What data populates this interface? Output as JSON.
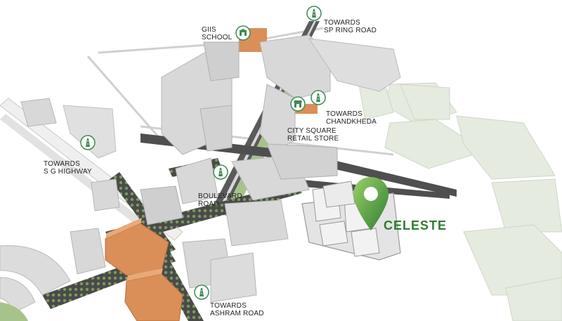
{
  "labels": {
    "giis_school": "GIIS\nSCHOOL",
    "sp_ring_road": "TOWARDS\nSP RING ROAD",
    "chandkheda": "TOWARDS\nCHANDKHEDA",
    "city_square": "CITY SQUARE\nRETAIL STORE",
    "sg_highway": "TOWARDS\nS G HIGHWAY",
    "boulevard_road": "BOULEVARD\nROAD",
    "ashram_road": "TOWARDS\nASHRAM ROAD"
  },
  "project": {
    "name": "CELESTE"
  },
  "icons": {
    "school": "school-icon",
    "road": "road-icon",
    "store": "store-icon",
    "location": "location-pin-icon"
  },
  "colors": {
    "brand_green": "#2f7d32",
    "icon_green": "#3f8a55",
    "building": "#d8d8d8",
    "building_shadow": "#b5b5b5",
    "road": "#5a5a5a",
    "commercial": "#d98f57",
    "park": "#a6c48a",
    "plot": "#e6ebe0"
  }
}
